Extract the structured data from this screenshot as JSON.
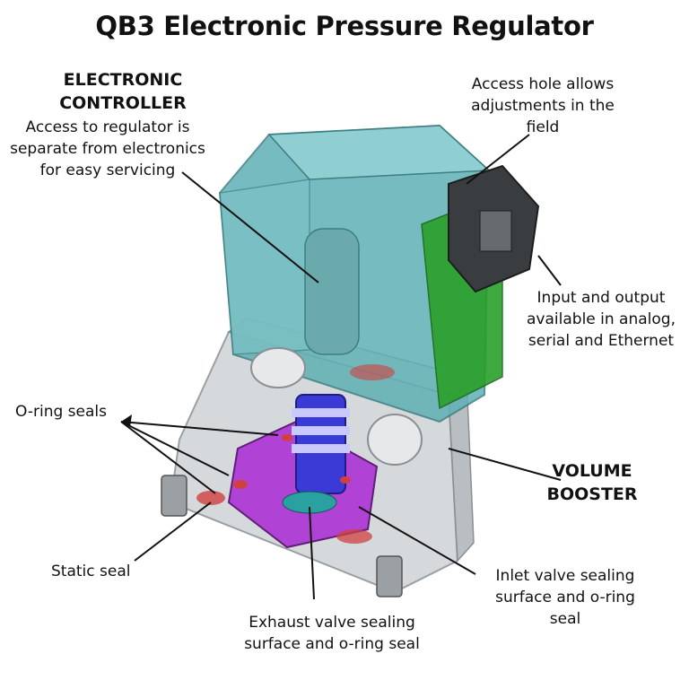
{
  "title": "QB3 Electronic Pressure Regulator",
  "labels": {
    "controller_heading_1": "ELECTRONIC",
    "controller_heading_2": "CONTROLLER",
    "controller_desc_1": "Access to regulator is",
    "controller_desc_2": "separate from electronics",
    "controller_desc_3": "for easy servicing",
    "access_hole_1": "Access hole allows",
    "access_hole_2": "adjustments in the",
    "access_hole_3": "field",
    "io_1": "Input and output",
    "io_2": "available in analog,",
    "io_3": "serial and Ethernet",
    "oring_seals": "O-ring seals",
    "volume_booster_1": "VOLUME",
    "volume_booster_2": "BOOSTER",
    "static_seal": "Static seal",
    "inlet_valve_1": "Inlet valve sealing",
    "inlet_valve_2": "surface and o-ring",
    "inlet_valve_3": "seal",
    "exhaust_valve_1": "Exhaust valve sealing",
    "exhaust_valve_2": "surface and o-ring seal"
  },
  "colors": {
    "housing_teal": "#5fb0b4",
    "board_green": "#2aa02a",
    "purple": "#b043d6",
    "blue": "#3a3ad6",
    "seal_red": "#d04040"
  }
}
